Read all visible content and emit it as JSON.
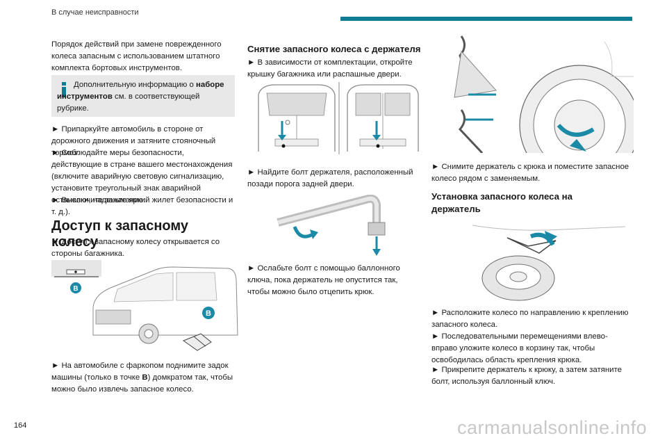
{
  "header": {
    "section_title": "В случае неисправности"
  },
  "col1": {
    "intro": "Порядок действий при замене поврежденного колеса запасным с использованием штатного комплекта бортовых инструментов.",
    "info_pre": "Дополнительную информацию о ",
    "info_bold": "наборе инструментов",
    "info_post": " см. в соответствующей рубрике.",
    "steps": [
      "► Припаркуйте автомобиль в стороне от дорожного движения и затяните стояночный тормоз.",
      "► Соблюдайте меры безопасности, действующие в стране вашего местонахождения (включите аварийную световую сигнализацию, установите треугольный знак аварийной остановки, наденьте яркий жилет безопасности и т. д.).",
      "► Выключите зажигание."
    ],
    "access_title": "Доступ к запасному колесу",
    "access_text": "► Доступ к запасному колесу открывается со стороны багажника.",
    "label_b": "B",
    "lift_pre": "► На автомобиле с фаркопом поднимите задок машины (только в точке ",
    "lift_bold": "B",
    "lift_post": ") домкратом так, чтобы можно было извлечь запасное колесо."
  },
  "col2": {
    "remove_title": "Снятие запасного колеса с держателя",
    "remove_text1": "► В зависимости от комплектации, откройте крышку багажника или распашные двери.",
    "remove_text2": "► Найдите болт держателя, расположенный позади порога задней двери.",
    "remove_text3": "► Ослабьте болт с помощью баллонного ключа, пока держатель не опустится так, чтобы можно было отцепить крюк."
  },
  "col3": {
    "remove_text4": "► Снимите держатель с крюка и поместите запасное колесо рядом с заменяемым.",
    "install_title": "Установка запасного колеса на держатель",
    "install_steps": [
      "► Расположите колесо по направлению к креплению запасного колеса.",
      "► Последовательными перемещениями влево-вправо уложите колесо в корзину так, чтобы освободилась область крепления крюка.",
      "► Прикрепите держатель к крюку, а затем затяните болт, используя баллонный ключ."
    ]
  },
  "footer": {
    "page_number": "164",
    "watermark": "carmanualsonline.info"
  },
  "colors": {
    "accent": "#0e7c92",
    "arrow": "#1a8aa6",
    "info_bg": "#e8e8e8"
  }
}
